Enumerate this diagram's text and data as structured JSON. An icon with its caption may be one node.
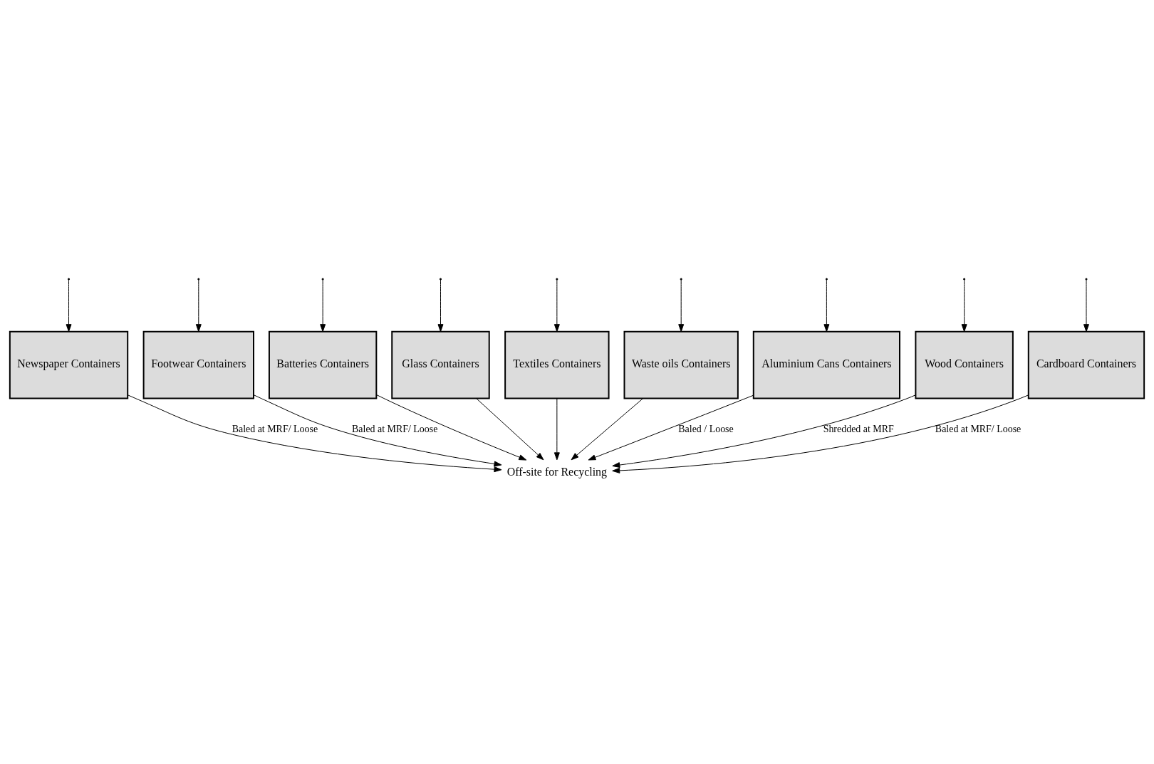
{
  "diagram": {
    "nodes": [
      {
        "text": [
          "Cardboard Containers"
        ]
      },
      {
        "text": [
          "Footwear Containers"
        ]
      },
      {
        "text": [
          "Glass Containers"
        ]
      },
      {
        "text": [
          "Waste oils Containers"
        ]
      },
      {
        "text": [
          "Wood Containers"
        ]
      },
      {
        "text": [
          "Newspaper Containers"
        ]
      },
      {
        "text": [
          "Batteries Containers"
        ]
      },
      {
        "text": [
          "Textiles Containers"
        ]
      },
      {
        "text": [
          "Aluminium Cans Containers"
        ]
      },
      {
        "text": [
          "Off-site for Recycling"
        ]
      }
    ],
    "edges": [
      {
        "from": null,
        "to": 0,
        "arrow": "to"
      },
      {
        "from": null,
        "to": 5,
        "arrow": "to"
      },
      {
        "from": null,
        "to": 1,
        "arrow": "to"
      },
      {
        "from": null,
        "to": 6,
        "arrow": "to"
      },
      {
        "from": null,
        "to": 2,
        "arrow": "to"
      },
      {
        "from": null,
        "to": 7,
        "arrow": "to"
      },
      {
        "from": null,
        "to": 3,
        "arrow": "to"
      },
      {
        "from": null,
        "to": 8,
        "arrow": "to"
      },
      {
        "from": null,
        "to": 4,
        "arrow": "to"
      },
      {
        "from": 0,
        "to": 9,
        "arrow": "to",
        "label": "Baled at MRF/ Loose"
      },
      {
        "from": 5,
        "to": 9,
        "arrow": "to",
        "label": "Baled at MRF/ Loose"
      },
      {
        "from": 1,
        "to": 9,
        "arrow": "to",
        "label": "Baled at MRF/ Loose"
      },
      {
        "from": 6,
        "to": 9,
        "arrow": "to"
      },
      {
        "from": 2,
        "to": 9,
        "arrow": "to"
      },
      {
        "from": 7,
        "to": 9,
        "arrow": "to"
      },
      {
        "from": 3,
        "to": 9,
        "arrow": "to"
      },
      {
        "from": 8,
        "to": 9,
        "arrow": "to",
        "label": "Baled / Loose"
      },
      {
        "from": 4,
        "to": 9,
        "arrow": "to",
        "label": "Shredded at MRF"
      }
    ]
  }
}
